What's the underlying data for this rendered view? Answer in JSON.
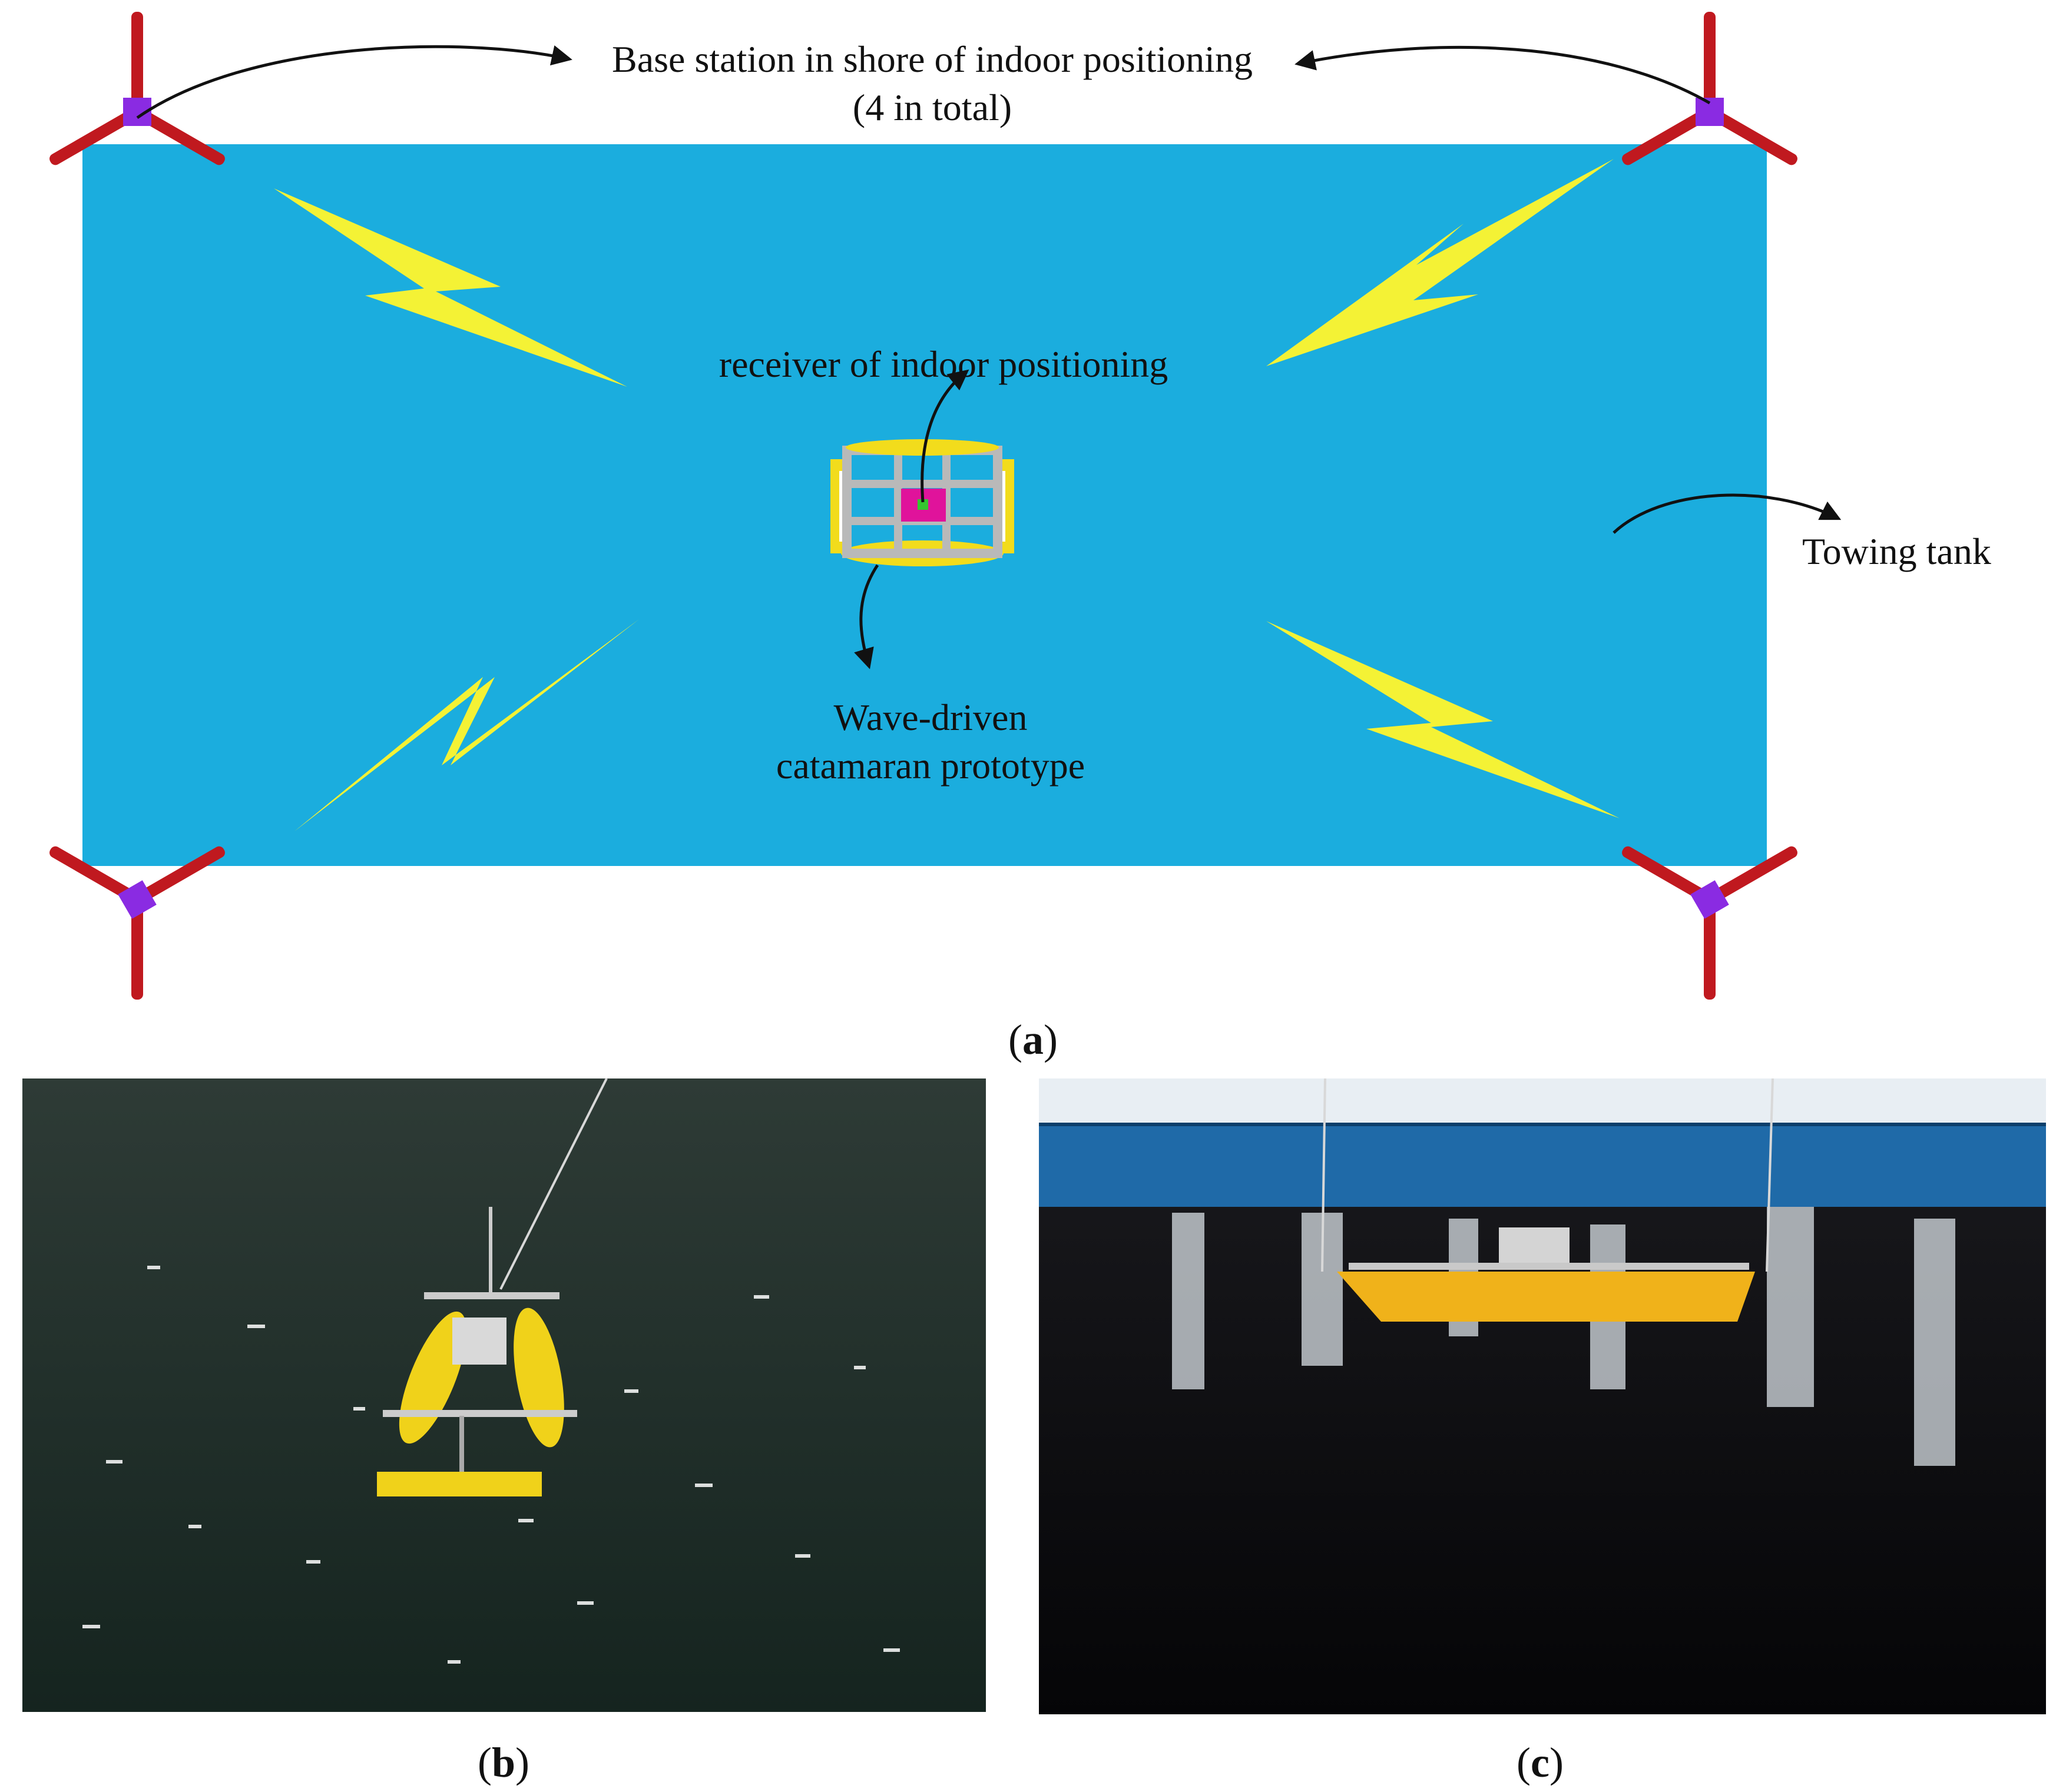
{
  "panel_a": {
    "labels": {
      "base_station_line1": "Base station in shore of indoor positioning",
      "base_station_line2": "(4 in total)",
      "receiver": "receiver of indoor positioning",
      "catamaran_line1": "Wave-driven",
      "catamaran_line2": "catamaran prototype",
      "towing_tank": "Towing tank"
    },
    "colors": {
      "tank_water": "#1badde",
      "lightning": "#f4f235",
      "base_station_arms": "#c0191f",
      "base_station_hub": "#8a2be2",
      "catamaran_hull": "#f2dc1c",
      "catamaran_frame": "#b9b9b9",
      "receiver_box": "#e0139b",
      "receiver_core": "#35c62f"
    },
    "icons": [
      "base-station-icon",
      "lightning-signal-icon",
      "catamaran-icon",
      "receiver-icon"
    ]
  },
  "captions": {
    "a": {
      "open": "(",
      "letter": "a",
      "close": ")"
    },
    "b": {
      "open": "(",
      "letter": "b",
      "close": ")"
    },
    "c": {
      "open": "(",
      "letter": "c",
      "close": ")"
    }
  },
  "photos": {
    "b": {
      "subject": "wave-driven catamaran in open water (aerial view)"
    },
    "c": {
      "subject": "catamaran prototype in towing tank (side view)"
    }
  }
}
